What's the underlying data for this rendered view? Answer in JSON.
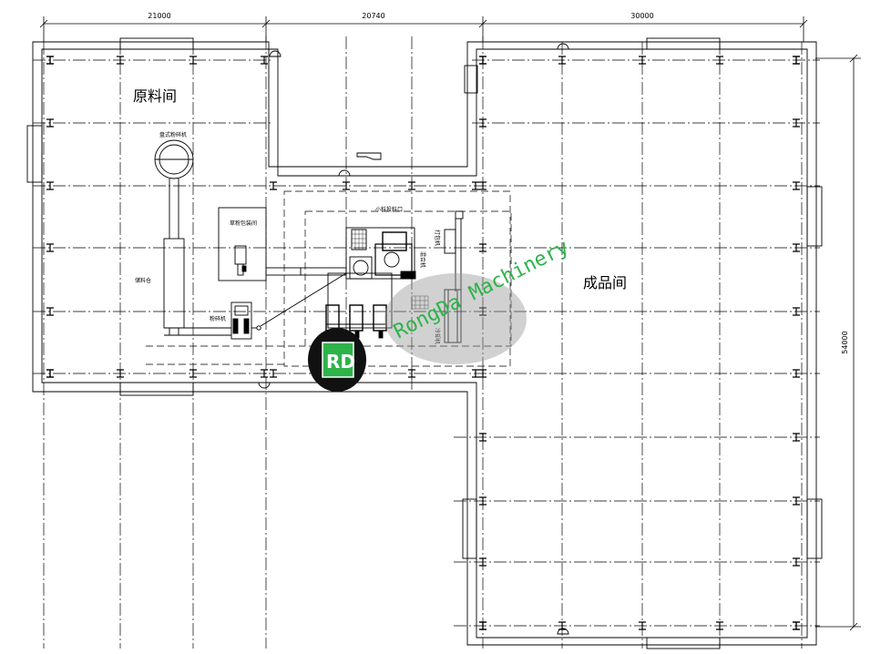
{
  "dimensions": {
    "top": [
      "21000",
      "20740",
      "30000"
    ],
    "right": "54000"
  },
  "rooms": {
    "raw_material": "原料间",
    "finished_goods": "成品间"
  },
  "equipment": {
    "crusher_top": "盘式粉碎机",
    "silo": "储料仓",
    "packing_room": "草粉包装间",
    "crusher_small": "粉碎机",
    "feed_port": "小料投料口",
    "mixer": "混合机",
    "baler": "打包机",
    "cooler": "冷却机"
  },
  "watermark": {
    "logo": "RD",
    "text": "RongDa Machinery",
    "color": "#2db34a"
  }
}
